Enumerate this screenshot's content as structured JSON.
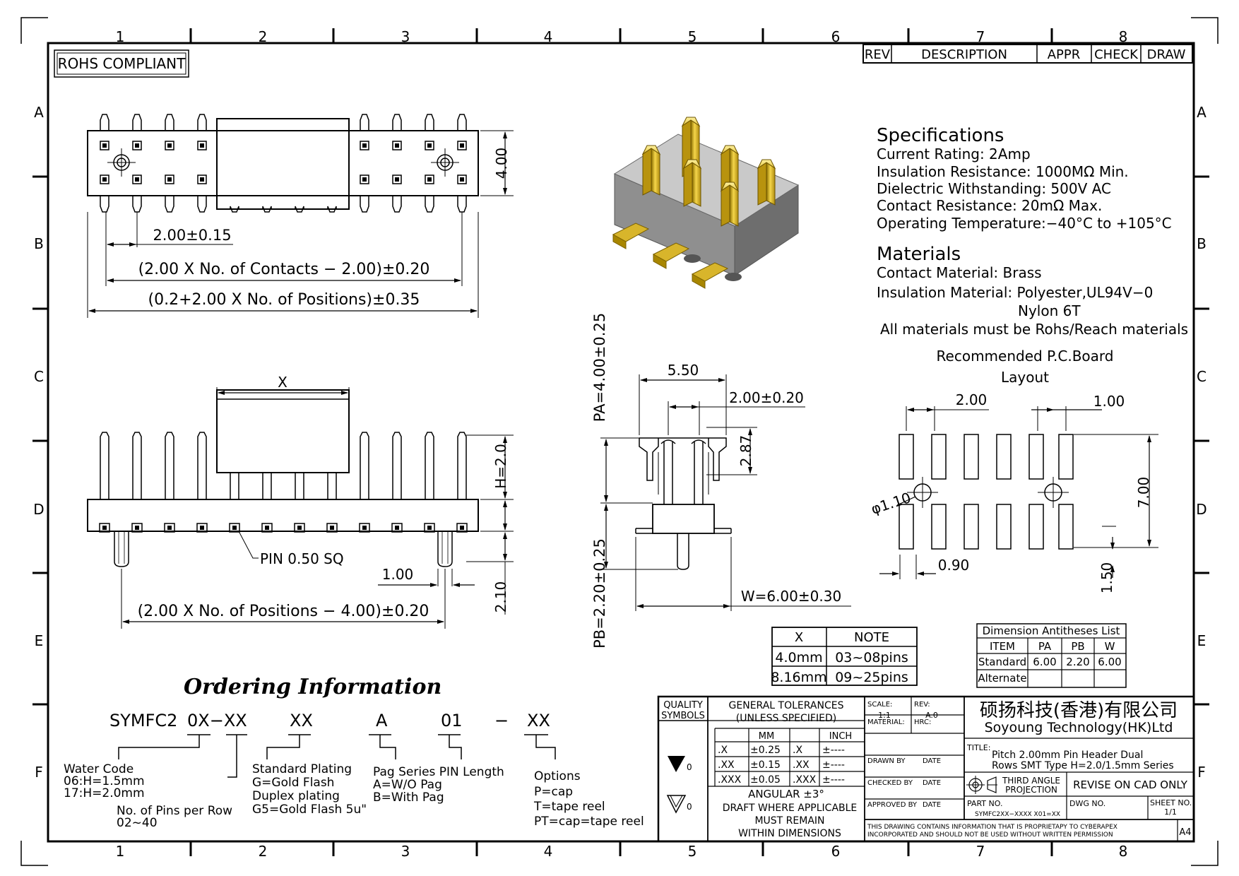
{
  "frame": {
    "cols": [
      "1",
      "2",
      "3",
      "4",
      "5",
      "6",
      "7",
      "8"
    ],
    "rows": [
      "A",
      "B",
      "C",
      "D",
      "E",
      "F"
    ]
  },
  "rohs": "ROHS COMPLIANT",
  "rev_table": {
    "rev": "REV",
    "description": "DESCRIPTION",
    "appr": "APPR",
    "check": "CHECK",
    "draw": "DRAW"
  },
  "top_view": {
    "dim_height": "4.00",
    "dim_pitch": "2.00±0.15",
    "dim_contacts": "(2.00 X No. of Contacts − 2.00)±0.20",
    "dim_positions": "(0.2+2.00 X No. of Positions)±0.35"
  },
  "specs": {
    "title": "Specifications",
    "lines": [
      "Current  Rating:    2Amp",
      "Insulation  Resistance:  1000MΩ  Min.",
      "Dielectric  Withstanding:    500V  AC",
      "Contact  Resistance:    20mΩ  Max.",
      "Operating  Temperature:−40°C  to  +105°C"
    ]
  },
  "materials": {
    "title": "Materials",
    "contact": "Contact  Material:  Brass",
    "insulation": "Insulation  Material:  Polyester,UL94V−0",
    "nylon": "Nylon  6T",
    "note": "All  materials  must  be  Rohs/Reach  materials"
  },
  "side_view": {
    "x_label": "X",
    "h_label": "H=2.0",
    "pin_label": "PIN  0.50  SQ",
    "dim_1_00": "1.00",
    "dim_2_10": "2.10",
    "dim_positions": "(2.00  X  No.  of  Positions  −  4.00)±0.20"
  },
  "end_view": {
    "pa": "PA=4.00±0.25",
    "pb": "PB=2.20±0.25",
    "dim_5_50": "5.50",
    "dim_2_00": "2.00±0.20",
    "dim_2_87": "2.87",
    "w": "W=6.00±0.30"
  },
  "pcb_layout": {
    "title1": "Recommended  P.C.Board",
    "title2": "Layout",
    "dim_2_00": "2.00",
    "dim_1_00": "1.00",
    "dim_7_00": "7.00",
    "dim_hole": "φ1.10",
    "dim_0_90": "0.90",
    "dim_1_50": "1.50"
  },
  "x_table": {
    "headers": [
      "X",
      "NOTE"
    ],
    "rows": [
      [
        "4.0mm",
        "03~08pins"
      ],
      [
        "8.16mm",
        "09~25pins"
      ]
    ]
  },
  "dim_table": {
    "title": "Dimension  Antitheses  List",
    "headers": [
      "ITEM",
      "PA",
      "PB",
      "W"
    ],
    "rows": [
      [
        "Standard",
        "6.00",
        "2.20",
        "6.00"
      ],
      [
        "Alternate",
        "",
        "",
        ""
      ]
    ]
  },
  "ordering": {
    "title": "Ordering Information",
    "code": [
      "SYMFC2",
      "0X−XX",
      "XX",
      "A",
      "01",
      "−",
      "XX"
    ],
    "water_code": [
      "Water  Code",
      "06:H=1.5mm",
      "17:H=2.0mm"
    ],
    "pins": [
      "No.  of  Pins  per  Row",
      "02~40"
    ],
    "plating": [
      "Standard  Plating",
      "G=Gold  Flash",
      "Duplex  plating",
      "G5=Gold  Flash  5u\""
    ],
    "pag": [
      "Pag  Series  PIN  Length",
      "A=W/O  Pag",
      "B=With  Pag"
    ],
    "options": [
      "Options",
      "P=cap",
      "T=tape  reel",
      "PT=cap=tape  reel"
    ]
  },
  "title_block": {
    "quality": "QUALITY",
    "symbols": "SYMBOLS",
    "sym1": "0",
    "sym2": "0",
    "gen_tol": "GENERAL  TOLERANCES",
    "unless": "(UNLESS  SPECIFIED)",
    "mm": "MM",
    "inch": "INCH",
    "tol_rows": [
      [
        ".X",
        "±0.25",
        ".X",
        "±----"
      ],
      [
        ".XX",
        "±0.15",
        ".XX",
        "±----"
      ],
      [
        ".XXX",
        "±0.05",
        ".XXX",
        "±----"
      ]
    ],
    "angular": "ANGULAR  ±3°",
    "draft": "DRAFT  WHERE  APPLICABLE",
    "must": "MUST  REMAIN",
    "within": "WITHIN  DIMENSIONS",
    "scale_label": "SCALE:",
    "scale": "1:1",
    "rev_label": "REV:",
    "rev": "A.0",
    "material": "MATERIAL:",
    "hrc": "HRC:",
    "drawn_by": "DRAWN  BY",
    "checked_by": "CHECKED  BY",
    "approved_by": "APPROVED  BY",
    "date": "DATE",
    "company_cn": "硕扬科技(香港)有限公司",
    "company_en": "Soyoung  Technology(HK)Ltd",
    "title_label": "TITLE:",
    "title1": "Pitch  2.00mm  Pin  Header  Dual",
    "title2": "Rows  SMT  Type  H=2.0/1.5mm  Series",
    "third_angle1": "THIRD  ANGLE",
    "third_angle2": "PROJECTION",
    "revise": "REVISE  ON  CAD  ONLY",
    "part_no_label": "PART  NO.",
    "part_no": "SYMFC2XX−XXXX  X01=XX",
    "dwg_no": "DWG  NO.",
    "sheet_label": "SHEET  NO.",
    "sheet": "1/1",
    "notice1": "THIS  DRAWING  CONTAINS  INFORMATION  THAT  IS  PROPRIETAPY  TO  CYBERAPEX",
    "notice2": "INCORPORATED  AND  SHOULD  NOT  BE  USED  WITHOUT  WRITTEN  PERMISSION",
    "size": "A4"
  }
}
